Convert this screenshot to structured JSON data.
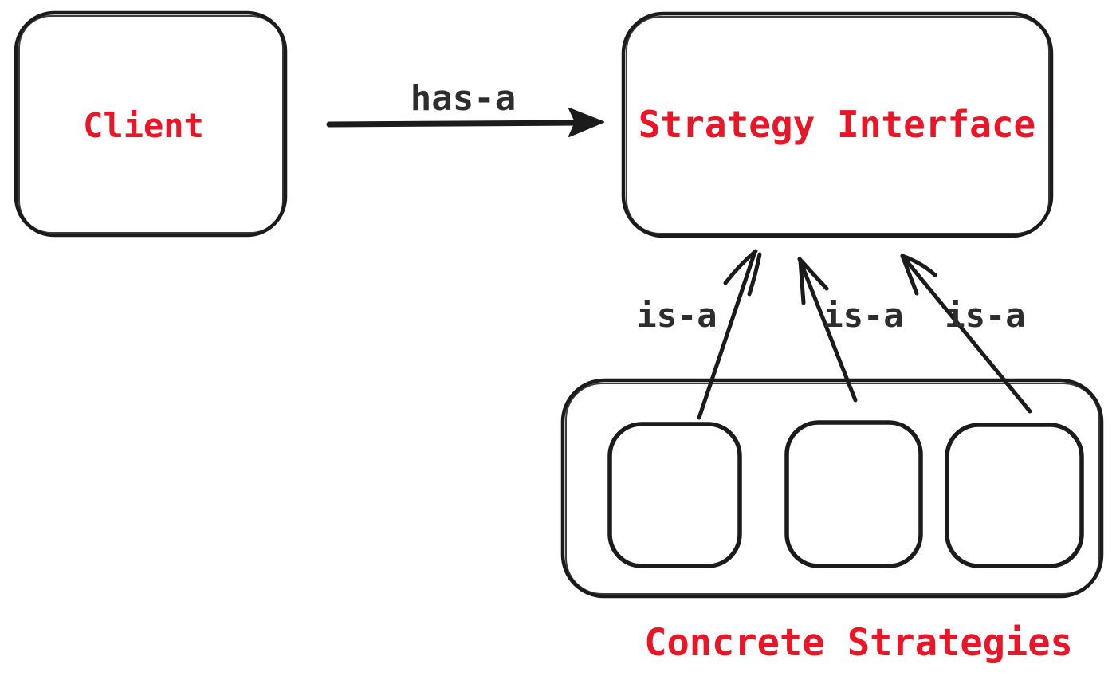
{
  "nodes": {
    "client": {
      "label": "Client"
    },
    "strategy_interface": {
      "label": "Strategy Interface"
    }
  },
  "group": {
    "label": "Concrete Strategies",
    "boxes": 3
  },
  "edges": {
    "has_a": {
      "label": "has-a"
    },
    "is_a_labels": [
      "is-a",
      "is-a",
      "is-a"
    ]
  },
  "colors": {
    "ink": "#1b1b1b",
    "red": "#eb1528",
    "dark_label": "#2d2d2d",
    "background": "#ffffff"
  }
}
